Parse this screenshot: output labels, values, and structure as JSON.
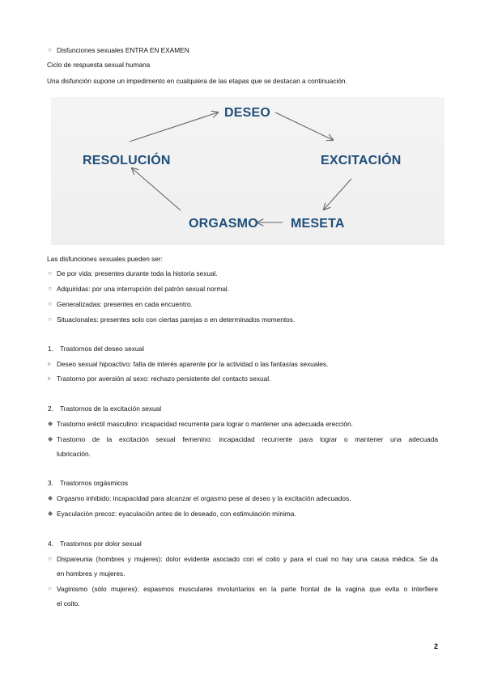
{
  "top_bullet": "Disfunciones sexuales ENTRA EN EXAMEN",
  "cycle_title": "Ciclo de respuesta sexual humana",
  "intro": "Una disfunción supone un impedimento en cualquiera de las etapas que se destacan a continuación.",
  "diagram": {
    "deseo": "DESEO",
    "excitacion": "EXCITACIÓN",
    "meseta": "MESETA",
    "orgasmo": "ORGASMO",
    "resolucion": "RESOLUCIÓN"
  },
  "types_intro": "Las disfunciones sexuales pueden ser:",
  "types": [
    "De por vida: presentes durante toda la historia sexual.",
    "Adquiridas: por una interrupción del patrón sexual normal.",
    "Generalizadas: presentes en cada encuentro.",
    "Situacionales: presentes solo con ciertas parejas o en determinados momentos."
  ],
  "sections": [
    {
      "number": "1.",
      "title": "Trastornos del deseo sexual",
      "items": [
        "Deseo sexual hipoactivo: falta de interés aparente por la actividad o las fantasías sexuales.",
        "Trastorno por aversión al sexo: rechazo persistente del contacto sexual."
      ]
    },
    {
      "number": "2.",
      "title": "Trastornos de la excitación sexual",
      "items": [
        "Trastorno eréctil masculino: incapacidad recurrente para lograr o mantener una adecuada erección.",
        "Trastorno de la excitación sexual femenino: incapacidad recurrente para lograr o mantener una adecuada",
        "lubricación."
      ]
    },
    {
      "number": "3.",
      "title": "Trastornos orgásmicos",
      "items": [
        "Orgasmo inhibido: incapacidad para alcanzar el orgasmo pese al deseo y la excitación adecuados.",
        "Eyaculación precoz: eyaculación antes de lo deseado, con estimulación mínima."
      ]
    },
    {
      "number": "4.",
      "title": "Trastornos por dolor sexual",
      "items": [
        "Dispareunia (hombres y mujeres): dolor evidente asociado con el coito y para el cual no hay una causa médica. Se da",
        "en hombres y mujeres.",
        "Vaginismo (sólo mujeres): espasmos musculares involuntarios en la parte frontal de la vagina que evita o interfiere",
        "el coito."
      ]
    }
  ],
  "page_number": "2"
}
